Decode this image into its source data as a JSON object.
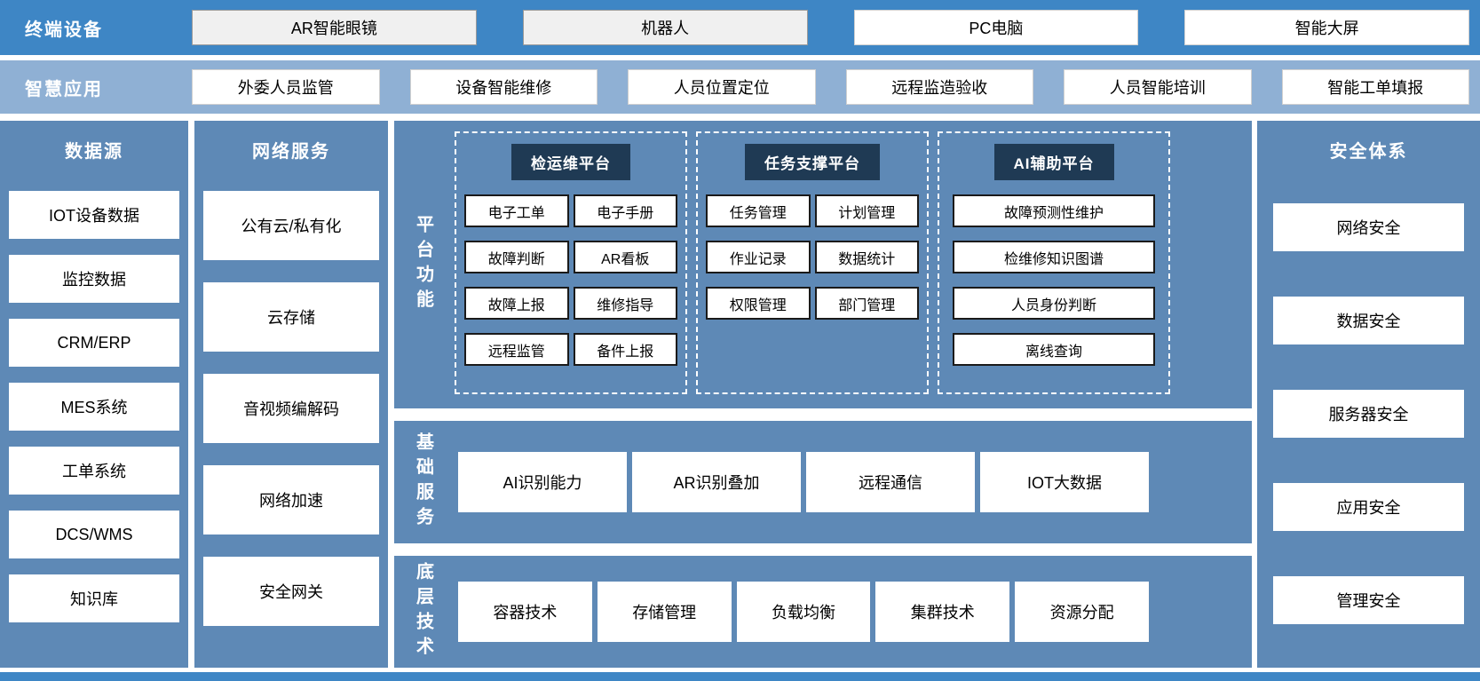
{
  "colors": {
    "band1_bg": "#3E86C5",
    "band2_bg": "#8FB0D4",
    "panel_bg": "#5E89B6",
    "group_title_bg": "#1F3A54",
    "box_border_dark": "#1A1A1A"
  },
  "terminal_band": {
    "label": "终端设备",
    "items": [
      "AR智能眼镜",
      "机器人",
      "PC电脑",
      "智能大屏"
    ]
  },
  "apps_band": {
    "label": "智慧应用",
    "items": [
      "外委人员监管",
      "设备智能维修",
      "人员位置定位",
      "远程监造验收",
      "人员智能培训",
      "智能工单填报"
    ]
  },
  "data_sources": {
    "title": "数据源",
    "items": [
      "IOT设备数据",
      "监控数据",
      "CRM/ERP",
      "MES系统",
      "工单系统",
      "DCS/WMS",
      "知识库"
    ]
  },
  "network_services": {
    "title": "网络服务",
    "items": [
      "公有云/私有化",
      "云存储",
      "音视频编解码",
      "网络加速",
      "安全网关"
    ]
  },
  "platform": {
    "label": "平台功能",
    "groups": [
      {
        "title": "检运维平台",
        "items": [
          "电子工单",
          "电子手册",
          "故障判断",
          "AR看板",
          "故障上报",
          "维修指导",
          "远程监管",
          "备件上报"
        ]
      },
      {
        "title": "任务支撑平台",
        "items": [
          "任务管理",
          "计划管理",
          "作业记录",
          "数据统计",
          "权限管理",
          "部门管理"
        ]
      },
      {
        "title": "AI辅助平台",
        "items": [
          "故障预测性维护",
          "检维修知识图谱",
          "人员身份判断",
          "离线查询"
        ]
      }
    ]
  },
  "basic_services": {
    "label": "基础服务",
    "items": [
      "AI识别能力",
      "AR识别叠加",
      "远程通信",
      "IOT大数据"
    ]
  },
  "base_tech": {
    "label": "底层技术",
    "items": [
      "容器技术",
      "存储管理",
      "负载均衡",
      "集群技术",
      "资源分配"
    ]
  },
  "security": {
    "title": "安全体系",
    "items": [
      "网络安全",
      "数据安全",
      "服务器安全",
      "应用安全",
      "管理安全"
    ]
  }
}
